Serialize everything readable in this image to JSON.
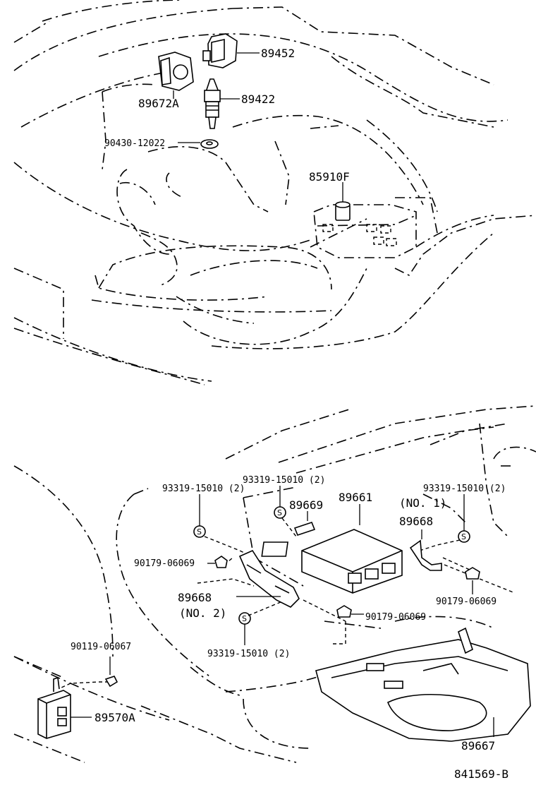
{
  "labels": {
    "p89452": "89452",
    "p89672a": "89672A",
    "p89422": "89422",
    "p90430": "90430-12022",
    "p85910f": "85910F",
    "p93319_a": "93319-15010 (2)",
    "p93319_b": "93319-15010 (2)",
    "p89669": "89669",
    "p89661": "89661",
    "p93319_c": "93319-15010 (2)",
    "p_no1": "(NO. 1)",
    "p89668_1": "89668",
    "p90179_a": "90179-06069",
    "p89668_2": "89668",
    "p_no2": "(NO. 2)",
    "p90179_b": "90179-06069",
    "p90179_c": "90179-06069",
    "p93319_d": "93319-15010 (2)",
    "p90119": "90119-06067",
    "p89570a": "89570A",
    "p89667": "89667",
    "drawing_no": "841569-B",
    "s1": "S",
    "s2": "S",
    "s3": "S",
    "s4": "S"
  },
  "icons": [
    "sensor-icon",
    "ecu-icon",
    "bolt-icon",
    "nut-icon",
    "washer-icon",
    "bracket-icon",
    "relay-icon",
    "screw-s-icon"
  ]
}
